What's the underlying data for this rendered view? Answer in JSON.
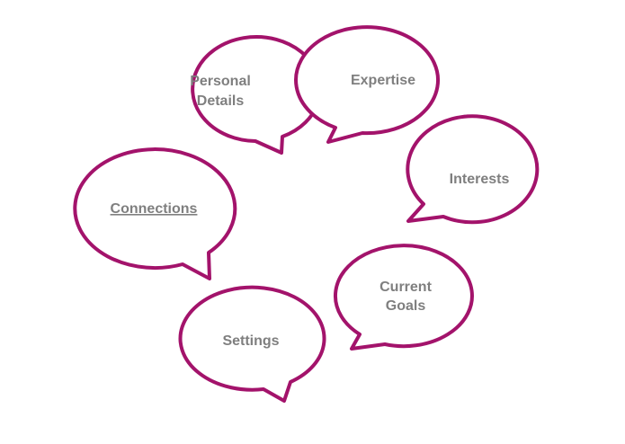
{
  "colors": {
    "bubble_stroke": "#A3136B",
    "bubble_fill": "#FFFFFF",
    "label_text": "#7F7F7F",
    "background": "#FFFFFF"
  },
  "bubbles": {
    "personal_details": {
      "line1": "Personal",
      "line2": "Details"
    },
    "expertise": {
      "line1": "Expertise"
    },
    "interests": {
      "line1": "Interests"
    },
    "connections": {
      "line1": "Connections",
      "underlined": true
    },
    "current_goals": {
      "line1": "Current",
      "line2": "Goals"
    },
    "settings": {
      "line1": "Settings"
    }
  }
}
